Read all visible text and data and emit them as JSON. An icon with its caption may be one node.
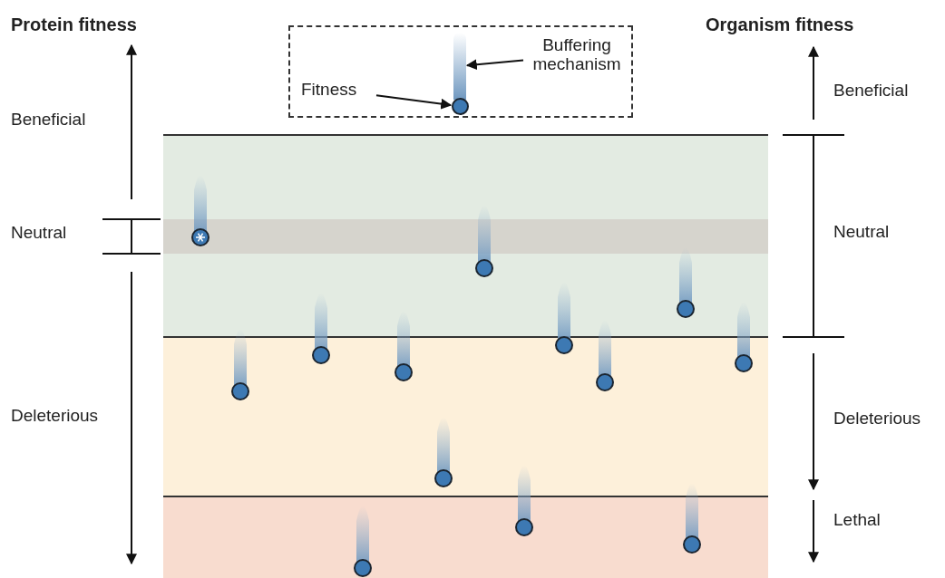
{
  "diagram": {
    "nodes": [
      {
        "text": [],
        "shape": "box"
      },
      {
        "text": [
          "Fitness"
        ],
        "in": 0
      },
      {
        "text": [
          "Buffering mechanism"
        ],
        "in": 0
      },
      {
        "text": [],
        "shape": "circle",
        "in": 0
      },
      {
        "text": [],
        "shape": "bar",
        "in": 0
      }
    ],
    "edges": [
      {
        "from": 1,
        "to": 3,
        "arrow": "to"
      },
      {
        "from": 2,
        "to": 4,
        "arrow": "to"
      }
    ],
    "labels": [
      "Protein fitness",
      "Organism fitness",
      "Beneficial",
      "Beneficial",
      "Neutral",
      "Neutral",
      "Deleterious",
      "Deleterious",
      "Lethal"
    ]
  }
}
